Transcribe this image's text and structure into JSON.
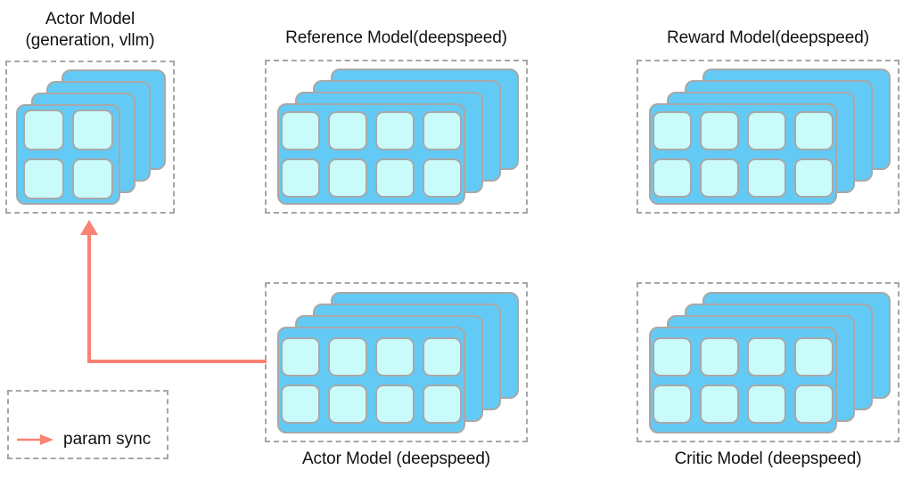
{
  "diagram": {
    "title_top_left_line1": "Actor Model",
    "title_top_left_line2": "(generation, vllm)",
    "accent_color": "#fa8274",
    "card_color": "#63caf5",
    "chip_color": "#c9fbfb",
    "box_border_color": "#a6a6a6"
  },
  "groups": [
    {
      "id": "actor-vllm",
      "caption": "Actor Model\n(generation, vllm)",
      "caption_position": "top",
      "stack_count": 4,
      "grid": "2x2",
      "chip_count": 4
    },
    {
      "id": "reference-model",
      "caption": "Reference Model(deepspeed)",
      "caption_position": "top",
      "stack_count": 4,
      "grid": "4x2",
      "chip_count": 8
    },
    {
      "id": "reward-model",
      "caption": "Reward Model(deepspeed)",
      "caption_position": "top",
      "stack_count": 4,
      "grid": "4x2",
      "chip_count": 8
    },
    {
      "id": "actor-deepspeed",
      "caption": "Actor Model (deepspeed)",
      "caption_position": "bottom",
      "stack_count": 4,
      "grid": "4x2",
      "chip_count": 8
    },
    {
      "id": "critic-model",
      "caption": "Critic Model (deepspeed)",
      "caption_position": "bottom",
      "stack_count": 4,
      "grid": "4x2",
      "chip_count": 8
    }
  ],
  "connector": {
    "label": "param sync",
    "from": "actor-deepspeed",
    "to": "actor-vllm",
    "color": "#fa8274"
  },
  "legend": {
    "label": "param sync",
    "arrow_color": "#fa8274"
  }
}
